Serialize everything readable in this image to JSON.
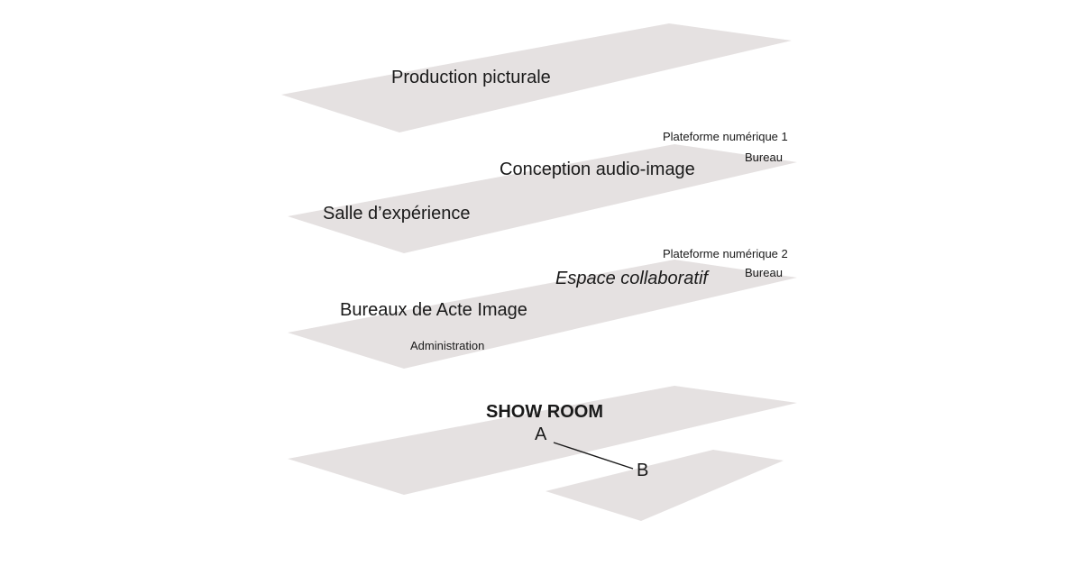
{
  "colors": {
    "floor_fill": "#e5e1e1",
    "text": "#1a1a1a",
    "connector": "#1a1a1a"
  },
  "level4": {
    "title": "Production picturale"
  },
  "level3": {
    "platform": "Plateforme numérique 1",
    "platform_sub": "Bureau",
    "room_main": "Conception audio-image",
    "room_side": "Salle d’expérience"
  },
  "level2": {
    "platform": "Plateforme numérique 2",
    "platform_sub": "Bureau",
    "room_italic": "Espace collaboratif",
    "room_main": "Bureaux de Acte Image",
    "room_sub": "Administration"
  },
  "level1": {
    "title": "SHOW ROOM",
    "point_a": "A",
    "point_b": "B"
  }
}
